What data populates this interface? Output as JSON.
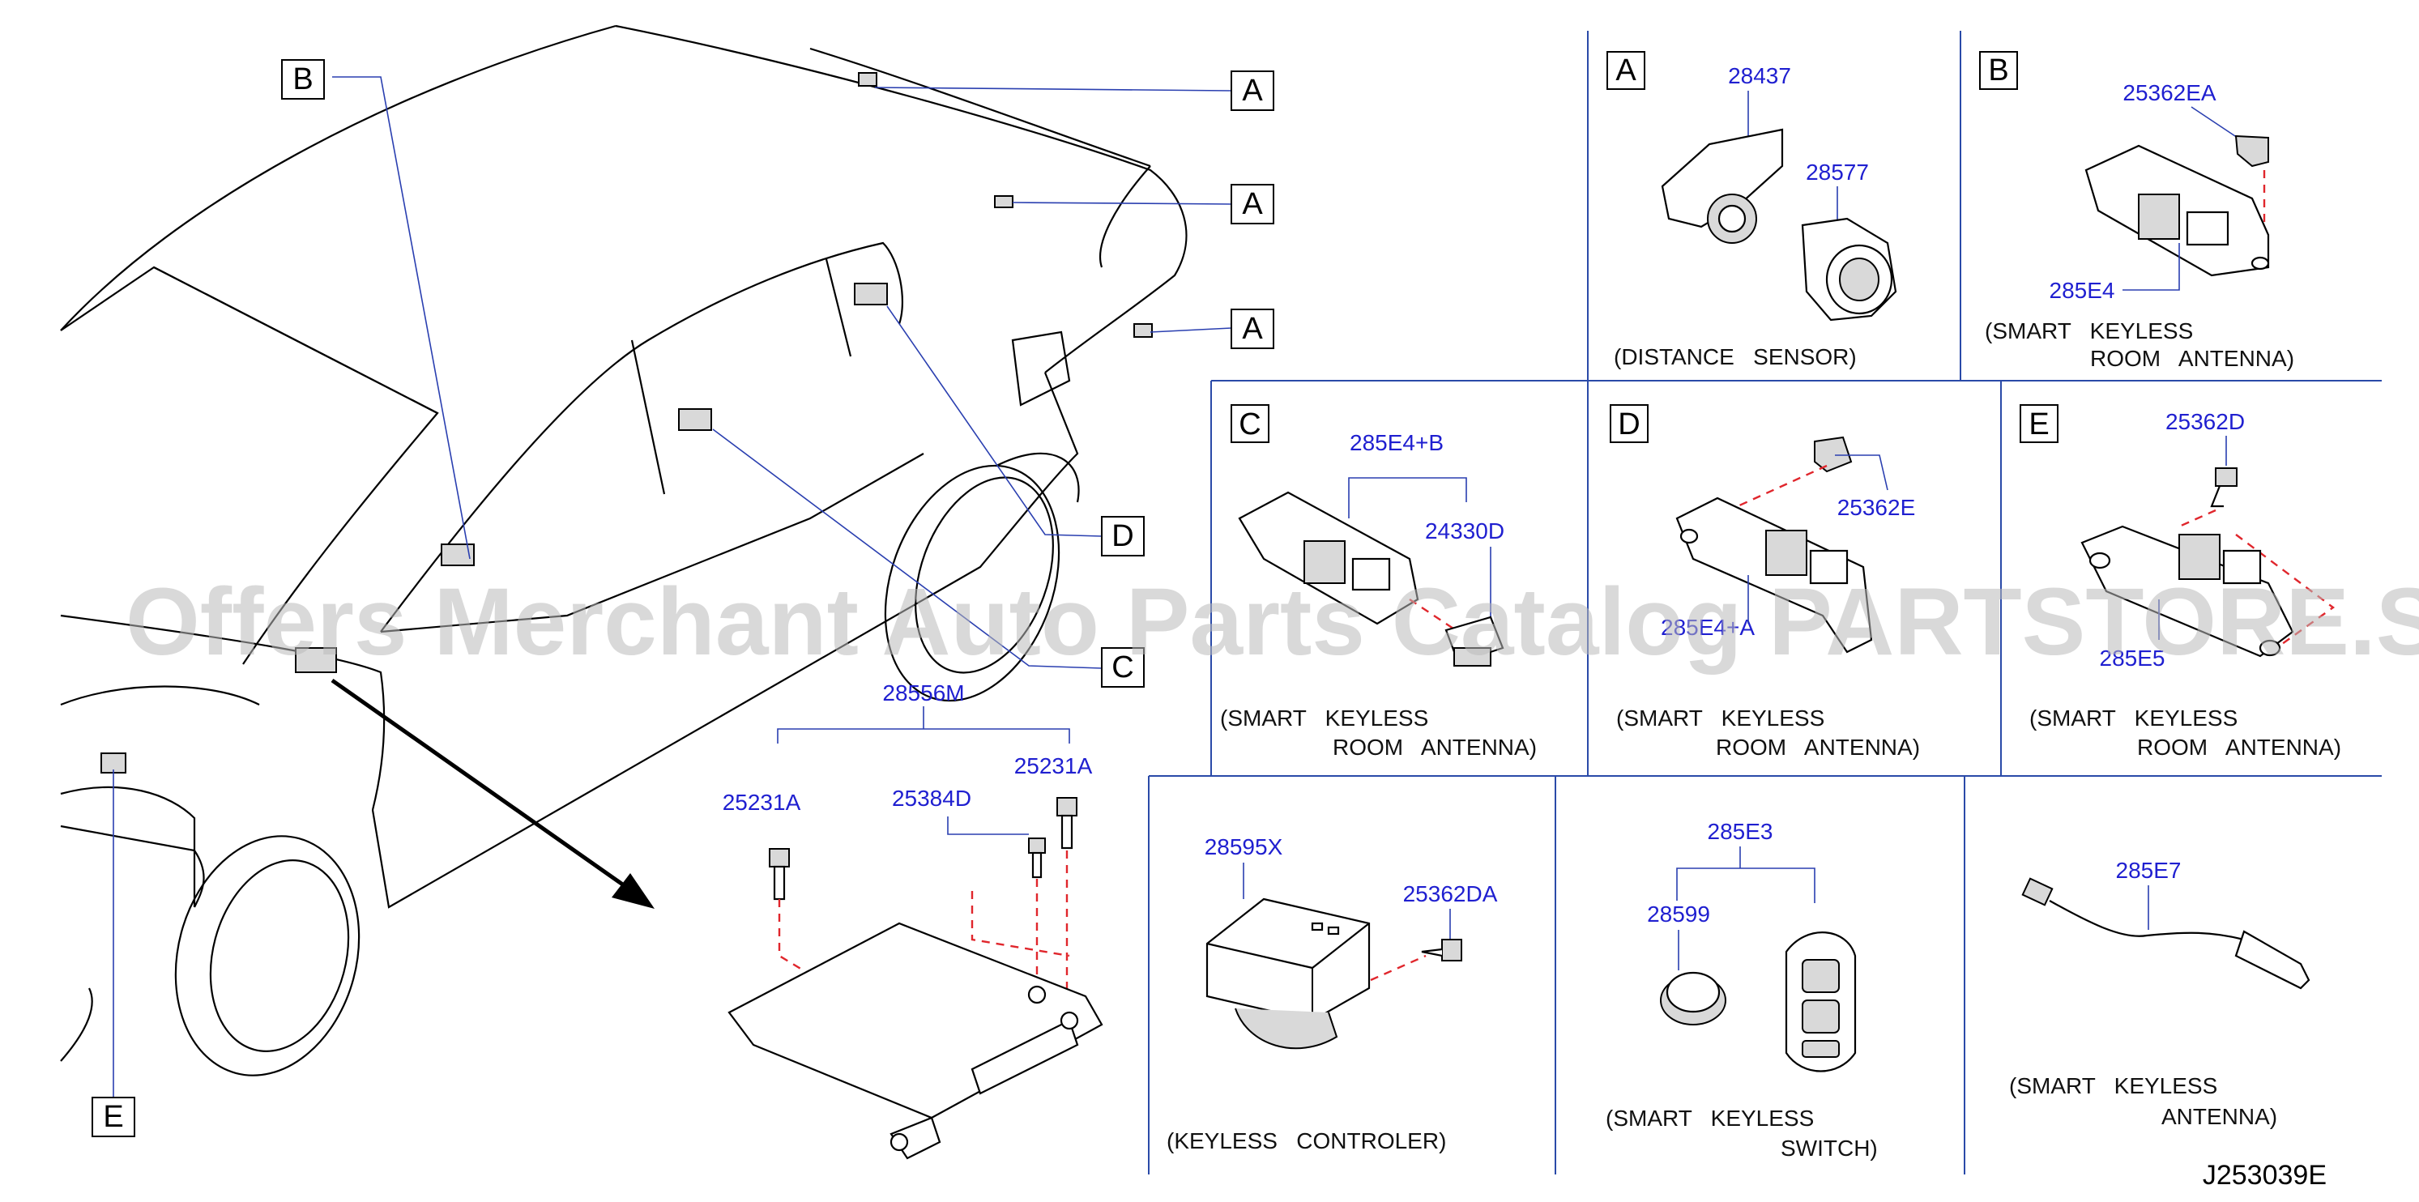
{
  "diagram_code": "J253039E",
  "watermark": "Offers Merchant Auto Parts Catalog PARTSTORE.SA",
  "overview": {
    "callouts": [
      "B",
      "A",
      "A",
      "A",
      "D",
      "C",
      "E"
    ],
    "control_unit_parts": [
      "28556M",
      "25231A",
      "25384D",
      "25231A"
    ]
  },
  "panels": [
    {
      "letter": "A",
      "parts": [
        "28437",
        "28577"
      ],
      "caption_lines": [
        "(DISTANCE   SENSOR)"
      ]
    },
    {
      "letter": "B",
      "parts": [
        "25362EA",
        "285E4"
      ],
      "caption_lines": [
        "(SMART   KEYLESS",
        "ROOM   ANTENNA)"
      ]
    },
    {
      "letter": "C",
      "parts": [
        "285E4+B",
        "24330D"
      ],
      "caption_lines": [
        "(SMART   KEYLESS",
        "ROOM   ANTENNA)"
      ]
    },
    {
      "letter": "D",
      "parts": [
        "25362E",
        "285E4+A"
      ],
      "caption_lines": [
        "(SMART   KEYLESS",
        "ROOM   ANTENNA)"
      ]
    },
    {
      "letter": "E",
      "parts": [
        "25362D",
        "285E5"
      ],
      "caption_lines": [
        "(SMART   KEYLESS",
        "ROOM   ANTENNA)"
      ]
    },
    {
      "letter": "",
      "parts": [
        "28595X",
        "25362DA"
      ],
      "caption_lines": [
        "(KEYLESS   CONTROLER)"
      ]
    },
    {
      "letter": "",
      "parts": [
        "285E3",
        "28599"
      ],
      "caption_lines": [
        "(SMART   KEYLESS",
        "SWITCH)"
      ]
    },
    {
      "letter": "",
      "parts": [
        "285E7"
      ],
      "caption_lines": [
        "(SMART   KEYLESS",
        "ANTENNA)"
      ]
    }
  ]
}
